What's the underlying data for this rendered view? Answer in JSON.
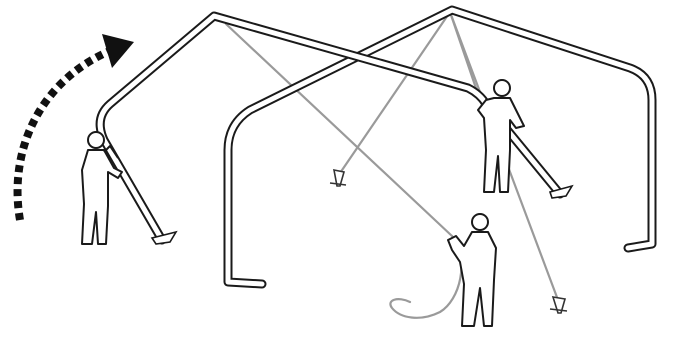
{
  "illustration": {
    "arrow_icon": "curved-dashed-arrow",
    "frame_icon": "tent-arch-frame",
    "person_icon": "person-silhouette",
    "stake_icon": "ground-stake",
    "colors": {
      "frame_outline": "#1a1a1a",
      "frame_fill": "#ffffff",
      "guy_rope": "#9a9a9a",
      "person_fill": "#ffffff",
      "arrow": "#111111",
      "background": "#ffffff"
    }
  }
}
